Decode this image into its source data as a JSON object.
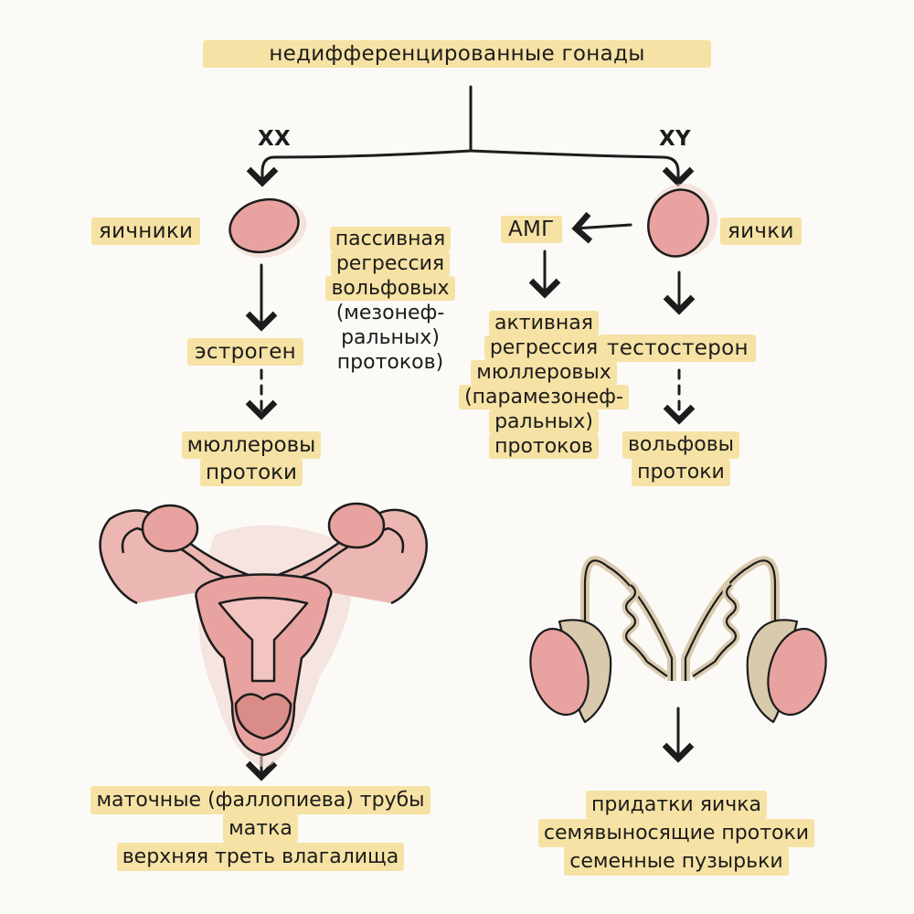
{
  "top": {
    "title": "недифференцированные гонады"
  },
  "branches": {
    "female": "XX",
    "male": "XY"
  },
  "female": {
    "gonad": "яичники",
    "passive_regression": [
      "пассивная",
      "регрессия",
      "вольфовых"
    ],
    "passive_regression_note": [
      "(мезонеф-",
      "ральных)",
      "протоков)"
    ],
    "hormone": "эстроген",
    "ducts": [
      "мюллеровы",
      "протоки"
    ],
    "outcomes": [
      "маточные (фаллопиева) трубы",
      "матка",
      "верхняя треть влагалища"
    ]
  },
  "male": {
    "gonad": "яички",
    "amh": "АМГ",
    "active_regression": [
      "активная",
      "регрессия",
      "мюллеровых"
    ],
    "active_regression_note": [
      "(парамезонеф-",
      "ральных)",
      "протоков"
    ],
    "hormone": "тестостерон",
    "ducts": [
      "вольфовы",
      "протоки"
    ],
    "outcomes": [
      "придатки яичка",
      "семявыносящие протоки",
      "семенные пузырьки"
    ]
  },
  "colors": {
    "highlight": "#f6e2a4",
    "organ_fill": "#e8a3a0",
    "organ_stroke": "#1c1c1c",
    "tissue": "#d9c9ad"
  }
}
